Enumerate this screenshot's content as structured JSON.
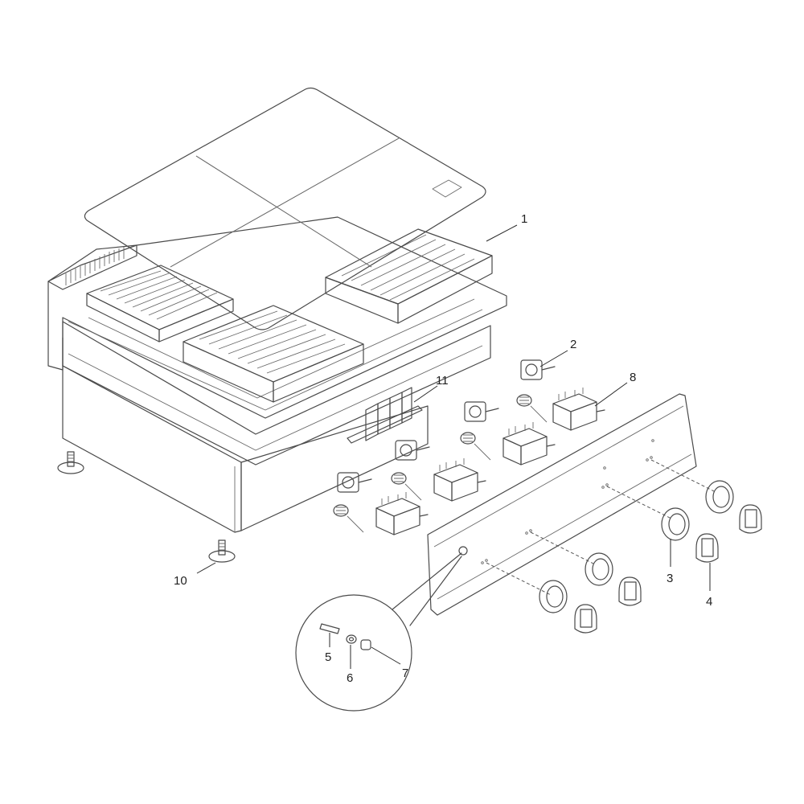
{
  "colors": {
    "line": "#4a4a4a",
    "plate": "#e7e7e7",
    "body": "#ffffff",
    "shade": "#d9d9d9",
    "knob": "#9a9a9a"
  },
  "callouts": [
    {
      "id": "1",
      "label": "1"
    },
    {
      "id": "2",
      "label": "2"
    },
    {
      "id": "3",
      "label": "3"
    },
    {
      "id": "4",
      "label": "4"
    },
    {
      "id": "5",
      "label": "5"
    },
    {
      "id": "6",
      "label": "6"
    },
    {
      "id": "7",
      "label": "7"
    },
    {
      "id": "8",
      "label": "8"
    },
    {
      "id": "10",
      "label": "10"
    },
    {
      "id": "11",
      "label": "11"
    }
  ]
}
